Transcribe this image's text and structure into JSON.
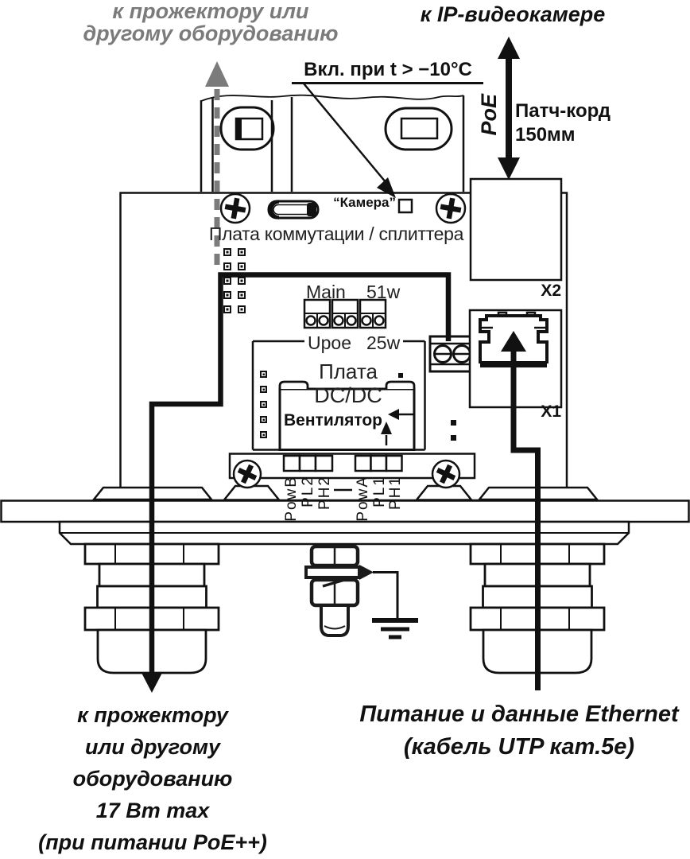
{
  "diagram": {
    "top_left_label": {
      "line1": "к прожектору или",
      "line2": "другому оборудованию"
    },
    "top_right_label": "к IP-видеокамере",
    "temp_note": "Вкл. при t > −10°C",
    "poe_label": "PoE",
    "patch_cord": {
      "line1": "Патч-корд",
      "line2": "150мм"
    },
    "camera_led_label": "“Камера”",
    "splitter_board_label": "Плата коммутации / сплиттера",
    "main_connector": {
      "name": "Main",
      "power": "51w"
    },
    "upoe": {
      "name": "Upoe",
      "power": "25w"
    },
    "dcdc_board": {
      "line1": "Плата",
      "line2": "DC/DC"
    },
    "fan_label": "Вентилятор",
    "connectors": {
      "x2": "X2",
      "x1": "X1"
    },
    "pin_labels_left": [
      "PowB",
      "PL2",
      "PH2"
    ],
    "pin_labels_right": [
      "PowA",
      "PL1",
      "PH1"
    ],
    "bottom_left_label": {
      "line1": "к прожектору",
      "line2": "или другому",
      "line3": "оборудованию",
      "line4": "17 Вт max",
      "line5": "(при питании PoE++)"
    },
    "bottom_right_label": {
      "line1": "Питание и данные Ethernet",
      "line2": "(кабель UTP кат.5е)"
    }
  },
  "colors": {
    "ink": "#111111",
    "gray": "#7b7b7b",
    "background": "#ffffff"
  }
}
